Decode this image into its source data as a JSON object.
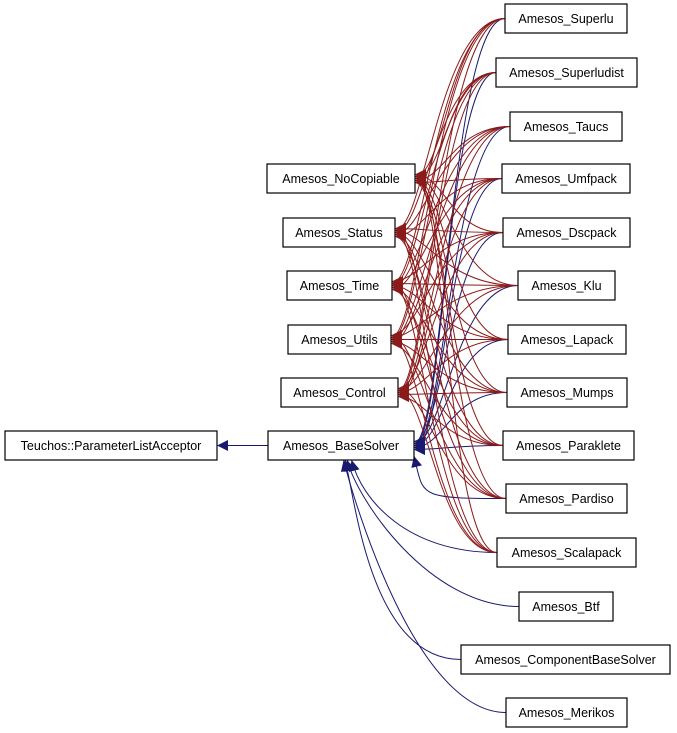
{
  "diagram": {
    "nodes": [
      {
        "id": "pla",
        "label": "Teuchos::ParameterListAcceptor"
      },
      {
        "id": "base",
        "label": "Amesos_BaseSolver"
      },
      {
        "id": "nocopy",
        "label": "Amesos_NoCopiable"
      },
      {
        "id": "status",
        "label": "Amesos_Status"
      },
      {
        "id": "time",
        "label": "Amesos_Time"
      },
      {
        "id": "utils",
        "label": "Amesos_Utils"
      },
      {
        "id": "control",
        "label": "Amesos_Control"
      },
      {
        "id": "superlu",
        "label": "Amesos_Superlu"
      },
      {
        "id": "superludist",
        "label": "Amesos_Superludist"
      },
      {
        "id": "taucs",
        "label": "Amesos_Taucs"
      },
      {
        "id": "umfpack",
        "label": "Amesos_Umfpack"
      },
      {
        "id": "dscpack",
        "label": "Amesos_Dscpack"
      },
      {
        "id": "klu",
        "label": "Amesos_Klu"
      },
      {
        "id": "lapack",
        "label": "Amesos_Lapack"
      },
      {
        "id": "mumps",
        "label": "Amesos_Mumps"
      },
      {
        "id": "paraklete",
        "label": "Amesos_Paraklete"
      },
      {
        "id": "pardiso",
        "label": "Amesos_Pardiso"
      },
      {
        "id": "scalapack",
        "label": "Amesos_Scalapack"
      },
      {
        "id": "btf",
        "label": "Amesos_Btf"
      },
      {
        "id": "component",
        "label": "Amesos_ComponentBaseSolver"
      },
      {
        "id": "merikos",
        "label": "Amesos_Merikos"
      }
    ],
    "edges": [
      {
        "from": "base",
        "to": "pla",
        "kind": "public"
      },
      {
        "from": "superlu",
        "to": "base",
        "kind": "public"
      },
      {
        "from": "superludist",
        "to": "base",
        "kind": "public"
      },
      {
        "from": "taucs",
        "to": "base",
        "kind": "public"
      },
      {
        "from": "umfpack",
        "to": "base",
        "kind": "public"
      },
      {
        "from": "dscpack",
        "to": "base",
        "kind": "public"
      },
      {
        "from": "klu",
        "to": "base",
        "kind": "public"
      },
      {
        "from": "lapack",
        "to": "base",
        "kind": "public"
      },
      {
        "from": "mumps",
        "to": "base",
        "kind": "public"
      },
      {
        "from": "paraklete",
        "to": "base",
        "kind": "public"
      },
      {
        "from": "pardiso",
        "to": "base",
        "kind": "public"
      },
      {
        "from": "scalapack",
        "to": "base",
        "kind": "public"
      },
      {
        "from": "btf",
        "to": "base",
        "kind": "public"
      },
      {
        "from": "component",
        "to": "base",
        "kind": "public"
      },
      {
        "from": "merikos",
        "to": "base",
        "kind": "public"
      },
      {
        "from": "superlu",
        "to": "nocopy",
        "kind": "private"
      },
      {
        "from": "superlu",
        "to": "status",
        "kind": "private"
      },
      {
        "from": "superlu",
        "to": "time",
        "kind": "private"
      },
      {
        "from": "superlu",
        "to": "utils",
        "kind": "private"
      },
      {
        "from": "superlu",
        "to": "control",
        "kind": "private"
      },
      {
        "from": "superludist",
        "to": "nocopy",
        "kind": "private"
      },
      {
        "from": "superludist",
        "to": "status",
        "kind": "private"
      },
      {
        "from": "superludist",
        "to": "time",
        "kind": "private"
      },
      {
        "from": "superludist",
        "to": "utils",
        "kind": "private"
      },
      {
        "from": "superludist",
        "to": "control",
        "kind": "private"
      },
      {
        "from": "taucs",
        "to": "nocopy",
        "kind": "private"
      },
      {
        "from": "taucs",
        "to": "status",
        "kind": "private"
      },
      {
        "from": "taucs",
        "to": "time",
        "kind": "private"
      },
      {
        "from": "taucs",
        "to": "utils",
        "kind": "private"
      },
      {
        "from": "taucs",
        "to": "control",
        "kind": "private"
      },
      {
        "from": "umfpack",
        "to": "nocopy",
        "kind": "private"
      },
      {
        "from": "umfpack",
        "to": "status",
        "kind": "private"
      },
      {
        "from": "umfpack",
        "to": "time",
        "kind": "private"
      },
      {
        "from": "umfpack",
        "to": "utils",
        "kind": "private"
      },
      {
        "from": "umfpack",
        "to": "control",
        "kind": "private"
      },
      {
        "from": "dscpack",
        "to": "nocopy",
        "kind": "private"
      },
      {
        "from": "dscpack",
        "to": "status",
        "kind": "private"
      },
      {
        "from": "dscpack",
        "to": "time",
        "kind": "private"
      },
      {
        "from": "dscpack",
        "to": "utils",
        "kind": "private"
      },
      {
        "from": "dscpack",
        "to": "control",
        "kind": "private"
      },
      {
        "from": "klu",
        "to": "nocopy",
        "kind": "private"
      },
      {
        "from": "klu",
        "to": "status",
        "kind": "private"
      },
      {
        "from": "klu",
        "to": "time",
        "kind": "private"
      },
      {
        "from": "klu",
        "to": "utils",
        "kind": "private"
      },
      {
        "from": "klu",
        "to": "control",
        "kind": "private"
      },
      {
        "from": "lapack",
        "to": "nocopy",
        "kind": "private"
      },
      {
        "from": "lapack",
        "to": "status",
        "kind": "private"
      },
      {
        "from": "lapack",
        "to": "time",
        "kind": "private"
      },
      {
        "from": "lapack",
        "to": "utils",
        "kind": "private"
      },
      {
        "from": "lapack",
        "to": "control",
        "kind": "private"
      },
      {
        "from": "mumps",
        "to": "nocopy",
        "kind": "private"
      },
      {
        "from": "mumps",
        "to": "status",
        "kind": "private"
      },
      {
        "from": "mumps",
        "to": "time",
        "kind": "private"
      },
      {
        "from": "mumps",
        "to": "utils",
        "kind": "private"
      },
      {
        "from": "mumps",
        "to": "control",
        "kind": "private"
      },
      {
        "from": "paraklete",
        "to": "nocopy",
        "kind": "private"
      },
      {
        "from": "paraklete",
        "to": "status",
        "kind": "private"
      },
      {
        "from": "paraklete",
        "to": "time",
        "kind": "private"
      },
      {
        "from": "paraklete",
        "to": "utils",
        "kind": "private"
      },
      {
        "from": "paraklete",
        "to": "control",
        "kind": "private"
      },
      {
        "from": "pardiso",
        "to": "nocopy",
        "kind": "private"
      },
      {
        "from": "pardiso",
        "to": "status",
        "kind": "private"
      },
      {
        "from": "pardiso",
        "to": "time",
        "kind": "private"
      },
      {
        "from": "pardiso",
        "to": "utils",
        "kind": "private"
      },
      {
        "from": "pardiso",
        "to": "control",
        "kind": "private"
      },
      {
        "from": "scalapack",
        "to": "nocopy",
        "kind": "private"
      },
      {
        "from": "scalapack",
        "to": "status",
        "kind": "private"
      },
      {
        "from": "scalapack",
        "to": "time",
        "kind": "private"
      },
      {
        "from": "scalapack",
        "to": "utils",
        "kind": "private"
      },
      {
        "from": "scalapack",
        "to": "control",
        "kind": "private"
      }
    ],
    "colors": {
      "public": "#191970",
      "private": "#8b1a1a",
      "box_stroke": "#000000",
      "box_fill": "#ffffff"
    }
  }
}
